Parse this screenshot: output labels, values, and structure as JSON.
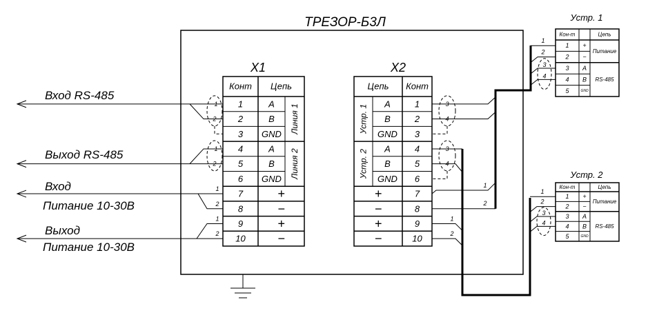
{
  "title": "ТРЕЗОР-Б3Л",
  "x1": {
    "label": "X1",
    "header": {
      "contact": "Конт",
      "circuit": "Цепь"
    },
    "rows": [
      {
        "contact": "1",
        "signal": "A"
      },
      {
        "contact": "2",
        "signal": "B"
      },
      {
        "contact": "3",
        "signal": "GND"
      },
      {
        "contact": "4",
        "signal": "A"
      },
      {
        "contact": "5",
        "signal": "B"
      },
      {
        "contact": "6",
        "signal": "GND"
      },
      {
        "contact": "7",
        "signal": "+"
      },
      {
        "contact": "8",
        "signal": "−"
      },
      {
        "contact": "9",
        "signal": "+"
      },
      {
        "contact": "10",
        "signal": "−"
      }
    ],
    "groups": [
      "Линия 1",
      "Линия 2"
    ]
  },
  "x2": {
    "label": "X2",
    "header": {
      "circuit": "Цепь",
      "contact": "Конт"
    },
    "rows": [
      {
        "contact": "1",
        "signal": "A"
      },
      {
        "contact": "2",
        "signal": "B"
      },
      {
        "contact": "3",
        "signal": "GND"
      },
      {
        "contact": "4",
        "signal": "A"
      },
      {
        "contact": "5",
        "signal": "B"
      },
      {
        "contact": "6",
        "signal": "GND"
      },
      {
        "contact": "7",
        "signal": "+"
      },
      {
        "contact": "8",
        "signal": "−"
      },
      {
        "contact": "9",
        "signal": "+"
      },
      {
        "contact": "10",
        "signal": "−"
      }
    ],
    "groups": [
      "Устр. 1",
      "Устр. 2"
    ]
  },
  "left_labels": {
    "rs485_in": "Вход RS-485",
    "rs485_out": "Выход RS-485",
    "power_in": "Вход",
    "power_in_sub": "Питание 10-30В",
    "power_out": "Выход",
    "power_out_sub": "Питание 10-30В"
  },
  "devices": [
    {
      "title": "Устр. 1",
      "header": {
        "contact": "Кон-т",
        "circuit": "Цепь"
      },
      "rows": [
        {
          "contact": "1",
          "sig": "+"
        },
        {
          "contact": "2",
          "sig": "−"
        },
        {
          "contact": "3",
          "sig": "A"
        },
        {
          "contact": "4",
          "sig": "B"
        },
        {
          "contact": "5",
          "sig": "GND"
        }
      ],
      "power": "Питание",
      "rs485": "RS-485"
    },
    {
      "title": "Устр. 2",
      "header": {
        "contact": "Кон-т",
        "circuit": "Цепь"
      },
      "rows": [
        {
          "contact": "1",
          "sig": "+"
        },
        {
          "contact": "2",
          "sig": "−"
        },
        {
          "contact": "3",
          "sig": "A"
        },
        {
          "contact": "4",
          "sig": "B"
        },
        {
          "contact": "5",
          "sig": "GND"
        }
      ],
      "power": "Питание",
      "rs485": "RS-485"
    }
  ],
  "wire_labels": {
    "w1": "1",
    "w2": "2",
    "w3": "3",
    "w4": "4"
  }
}
